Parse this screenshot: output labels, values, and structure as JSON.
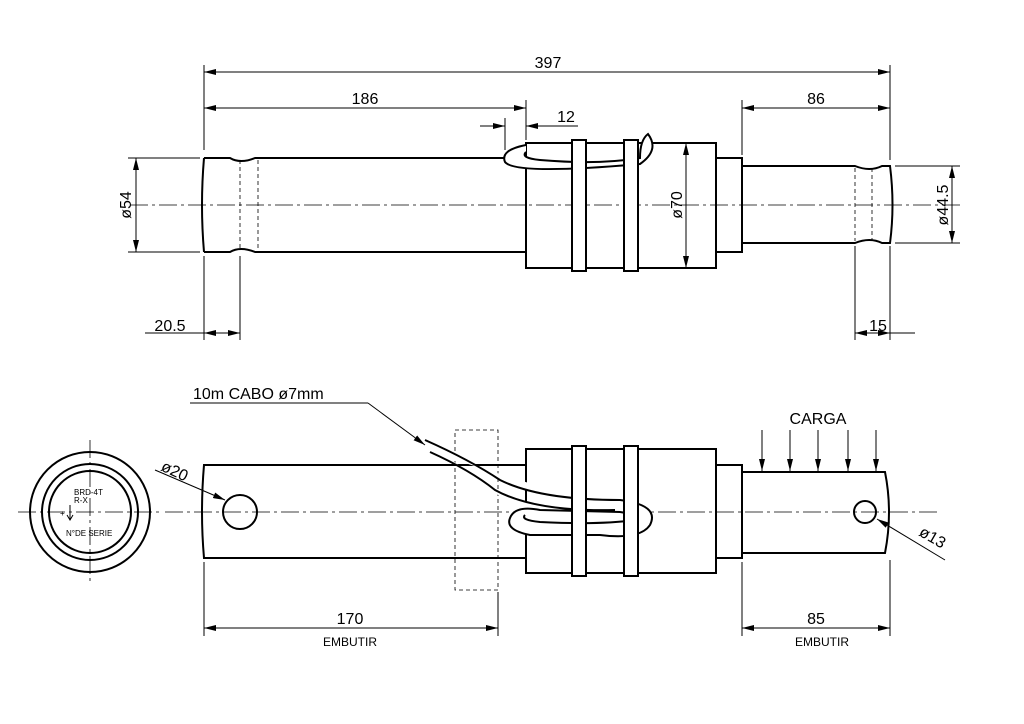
{
  "drawing": {
    "top_view": {
      "overall_length": "397",
      "left_shaft_length": "186",
      "cable_offset": "12",
      "right_shaft_length": "86",
      "left_diameter": "ø54",
      "collar_diameter": "ø70",
      "right_diameter": "ø44.5",
      "left_groove_offset": "20.5",
      "right_groove_offset": "15"
    },
    "front_view": {
      "cable_label": "10m  CABO  ø7mm",
      "load_label": "CARGA",
      "left_hole": "ø20",
      "right_hole": "ø13",
      "left_embed_length": "170",
      "left_embed_label": "EMBUTIR",
      "right_embed_length": "85",
      "right_embed_label": "EMBUTIR"
    },
    "end_view": {
      "model": "BRD-4T",
      "type": "R-X",
      "serial_label": "N°DE SERIE"
    }
  }
}
